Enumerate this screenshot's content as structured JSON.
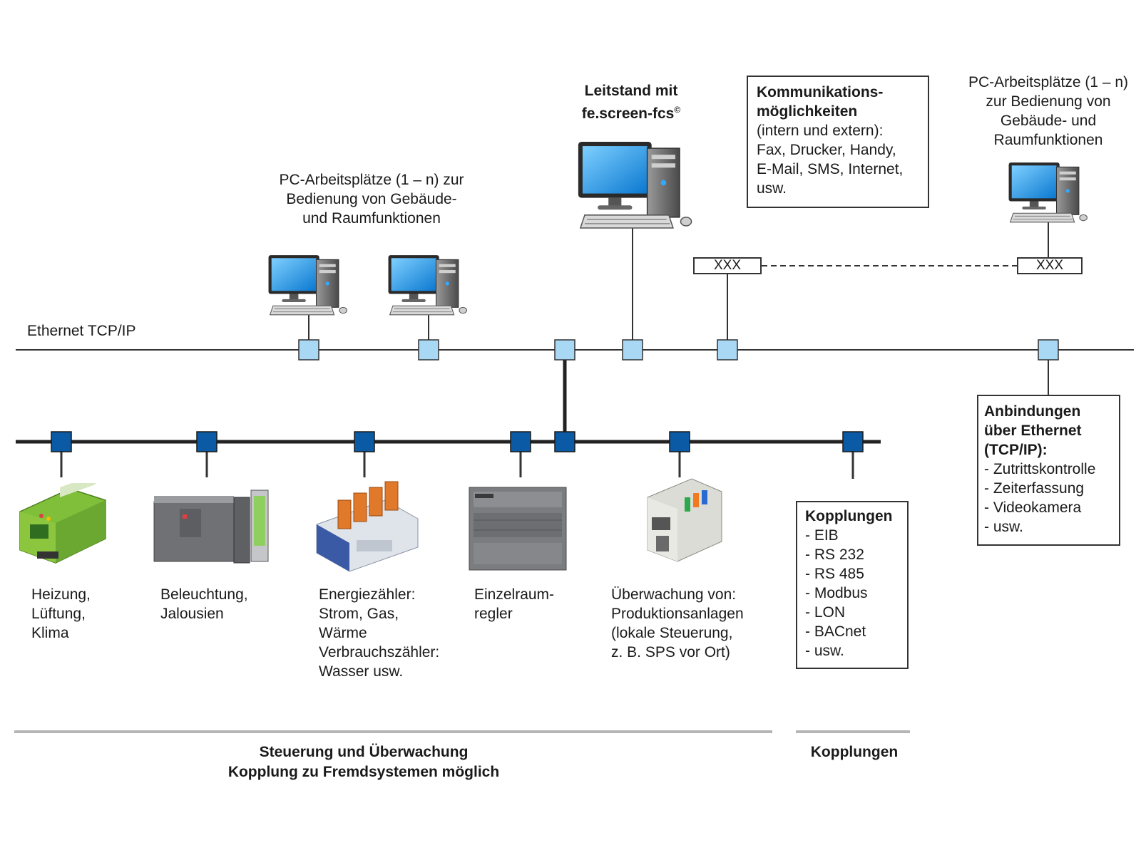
{
  "network": {
    "ethernet_label": "Ethernet TCP/IP"
  },
  "top": {
    "pc_group_label": "PC-Arbeitsplätze (1 – n) zur\nBedienung von Gebäude-\nund Raumfunktionen",
    "leitstand_line1": "Leitstand mit",
    "leitstand_line2": "fe.screen-fcs",
    "leitstand_sup": "©",
    "remote_pc_label": "PC-Arbeitsplätze (1 – n)\nzur Bedienung von\nGebäude- und\nRaumfunktionen",
    "tag_left": "XXX",
    "tag_right": "XXX"
  },
  "komm_box": {
    "title_line1": "Kommunikations-",
    "title_line2": "möglichkeiten",
    "lines": [
      "(intern und extern):",
      "Fax, Drucker, Handy,",
      "E-Mail, SMS, Internet,",
      "usw."
    ]
  },
  "anbindungen_box": {
    "title_line1": "Anbindungen",
    "title_line2": "über Ethernet",
    "title_line3": "(TCP/IP):",
    "lines": [
      "- Zutrittskontrolle",
      "- Zeiterfassung",
      "- Videokamera",
      "- usw."
    ]
  },
  "kopplungen_box": {
    "title": "Kopplungen",
    "lines": [
      "- EIB",
      "- RS 232",
      "- RS 485",
      "- Modbus",
      "- LON",
      "- BACnet",
      "- usw."
    ]
  },
  "devices": [
    {
      "label": "Heizung,\nLüftung,\nKlima"
    },
    {
      "label": "Beleuchtung,\nJalousien"
    },
    {
      "label": "Energiezähler:\nStrom, Gas,\nWärme\nVerbrauchszähler:\nWasser usw."
    },
    {
      "label": "Einzelraum-\nregler"
    },
    {
      "label": "Überwachung von:\nProduktionsanlagen\n(lokale Steuerung,\nz. B. SPS vor Ort)"
    }
  ],
  "footer": {
    "left_line1": "Steuerung und Überwachung",
    "left_line2": "Kopplung zu Fremdsystemen möglich",
    "right": "Kopplungen"
  },
  "colors": {
    "ethernet_node": "#a9d8f5",
    "bus_node": "#0a5aa6",
    "line": "#333333",
    "rule": "#b5b5b5",
    "device_green": "#8cc63f",
    "device_grey": "#7a7c80"
  },
  "icons": [
    "desktop-computer-icon",
    "plc-module-icon",
    "energy-meter-icon",
    "room-controller-icon",
    "bus-coupler-icon"
  ]
}
